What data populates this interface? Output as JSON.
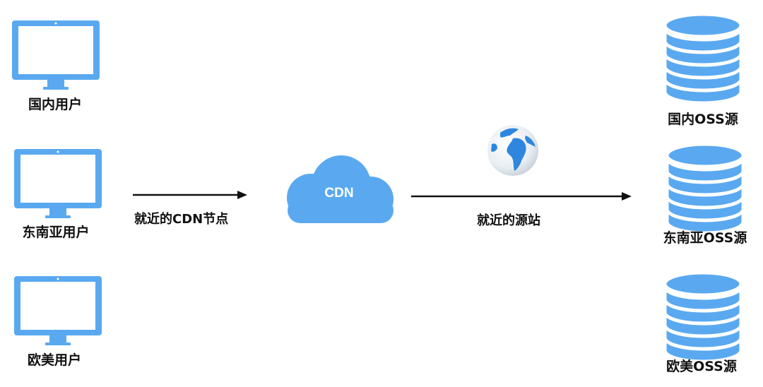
{
  "users": [
    {
      "label": "国内用户"
    },
    {
      "label": "东南亚用户"
    },
    {
      "label": "欧美用户"
    }
  ],
  "cdn": {
    "label": "CDN"
  },
  "arrows": {
    "to_cdn_label": "就近的CDN节点",
    "to_origin_label": "就近的源站"
  },
  "origins": [
    {
      "label": "国内OSS源"
    },
    {
      "label": "东南亚OSS源"
    },
    {
      "label": "欧美OSS源"
    }
  ],
  "colors": {
    "accent": "#5aa9f0",
    "accent_dark": "#2e86de",
    "line": "#111111"
  }
}
